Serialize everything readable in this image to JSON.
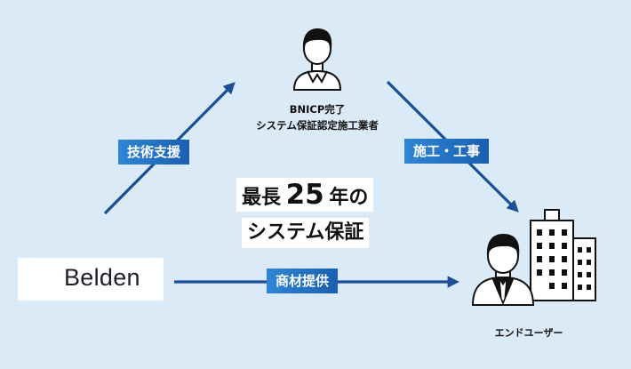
{
  "partner": {
    "line1": "BNICP完了",
    "line2": "システム保証認定施工業者"
  },
  "tags": {
    "tech_support": "技術支援",
    "construction": "施工・工事",
    "product_supply": "商材提供"
  },
  "center": {
    "line1_prefix": "最長",
    "line1_number": "25",
    "line1_suffix": "年の",
    "line2": "システム保証"
  },
  "logo": {
    "wordmark": "Belden",
    "brand_color": "#8e3fb5"
  },
  "end_user": {
    "label": "エンドユーザー"
  },
  "colors": {
    "background": "#daeaf7",
    "arrow": "#1b4f96",
    "tag": "#2f86d4"
  }
}
